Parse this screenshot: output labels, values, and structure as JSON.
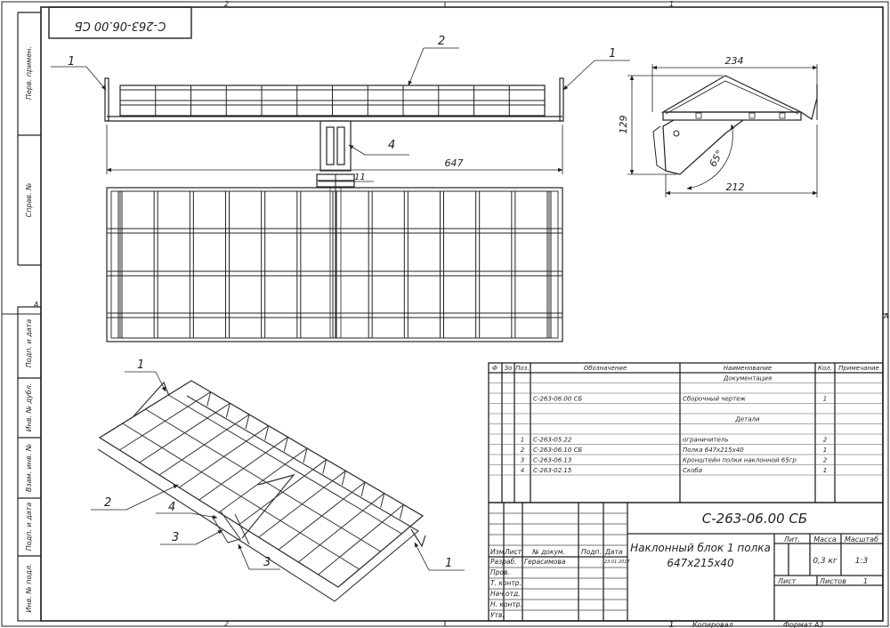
{
  "drawing": {
    "rotated_code": "С-263-06.00 СБ",
    "zone_2": "2",
    "zone_1": "1",
    "zone_a": "A",
    "callouts": {
      "c1": "1",
      "c2": "2",
      "c4": "4",
      "c11": "11",
      "c3": "3"
    },
    "dims": {
      "overall_width": "647",
      "side_width": "234",
      "side_height": "129",
      "side_depth": "212",
      "angle": "65°"
    }
  },
  "side_stamps": [
    "Перв. примен.",
    "Справ. №",
    "Подп. и дата",
    "Инв. № дубл.",
    "Взам. инв. №",
    "Подп. и дата",
    "Инв. № подл."
  ],
  "spec": {
    "headers": [
      "Ф",
      "Зо",
      "Поз.",
      "Обозначение",
      "Наименование",
      "Кол.",
      "Примечание"
    ],
    "rows": [
      {
        "pos": "",
        "code": "",
        "name": "Документация",
        "qty": ""
      },
      {
        "pos": "",
        "code": "",
        "name": "",
        "qty": ""
      },
      {
        "pos": "",
        "code": "С-263-06.00 СБ",
        "name": "Сборочный чертеж",
        "qty": "1"
      },
      {
        "pos": "",
        "code": "",
        "name": "",
        "qty": ""
      },
      {
        "pos": "",
        "code": "",
        "name": "Детали",
        "qty": ""
      },
      {
        "pos": "",
        "code": "",
        "name": "",
        "qty": ""
      },
      {
        "pos": "1",
        "code": "С-263-05.22",
        "name": "ограничитель",
        "qty": "2"
      },
      {
        "pos": "2",
        "code": "С-263-06.10 СБ",
        "name": "Полка 647х215х40",
        "qty": "1"
      },
      {
        "pos": "3",
        "code": "С-263-06.13",
        "name": "Кронштейн полки наклонной 65гр",
        "qty": "2"
      },
      {
        "pos": "4",
        "code": "С-263-02.15",
        "name": "Скоба",
        "qty": "1"
      }
    ]
  },
  "title_block": {
    "code": "С-263-06.00 СБ",
    "name_line1": "Наклонный блок 1 полка",
    "name_line2": "647х215х40",
    "lit": "Лит.",
    "mass_label": "Масса",
    "scale_label": "Масштаб",
    "mass": "0,3 кг",
    "scale": "1:3",
    "sheet_label": "Лист",
    "sheets_label": "Листов",
    "sheets": "1",
    "col_izm": "Изм.",
    "col_list": "Лист",
    "col_doc": "№ докум.",
    "col_sign": "Подп.",
    "col_date": "Дата",
    "roles": [
      "Разраб.",
      "Пров.",
      "Т. контр.",
      "Нач.отд.",
      "Н. контр.",
      "Утв."
    ],
    "developer": "Герасимова",
    "date": "23.01.2017",
    "copied": "Копировал",
    "format": "Формат А3",
    "bottom_sheet": "1"
  }
}
